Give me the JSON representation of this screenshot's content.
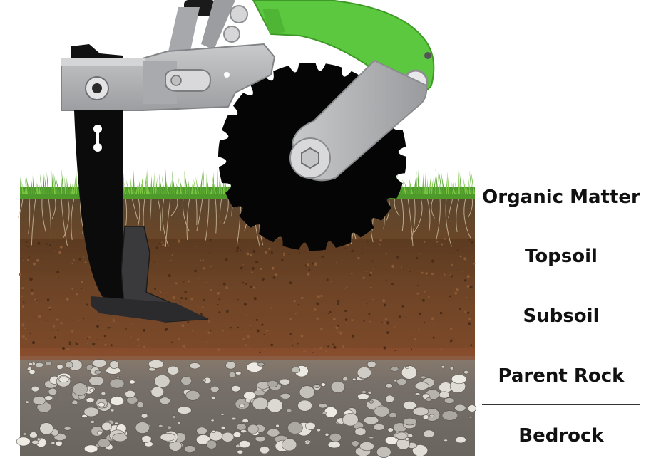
{
  "layers": [
    {
      "id": "organic-matter",
      "label": "Organic Matter"
    },
    {
      "id": "topsoil",
      "label": "Topsoil"
    },
    {
      "id": "subsoil",
      "label": "Subsoil"
    },
    {
      "id": "parent-rock",
      "label": "Parent Rock"
    },
    {
      "id": "bedrock",
      "label": "Bedrock"
    }
  ],
  "colors": {
    "implement_green": "#5cc83f",
    "frame_gray": "#b6b7b9",
    "shank_black": "#0d0d0d",
    "grass": "#6cb33a",
    "topsoil": "#6b4023",
    "subsoil": "#7a4a2c",
    "gravel": "#8a8074"
  },
  "icons": {
    "implement": "subsoiler-shank-and-coulter-disc-illustration",
    "soil": "soil-profile-cross-section-illustration"
  }
}
